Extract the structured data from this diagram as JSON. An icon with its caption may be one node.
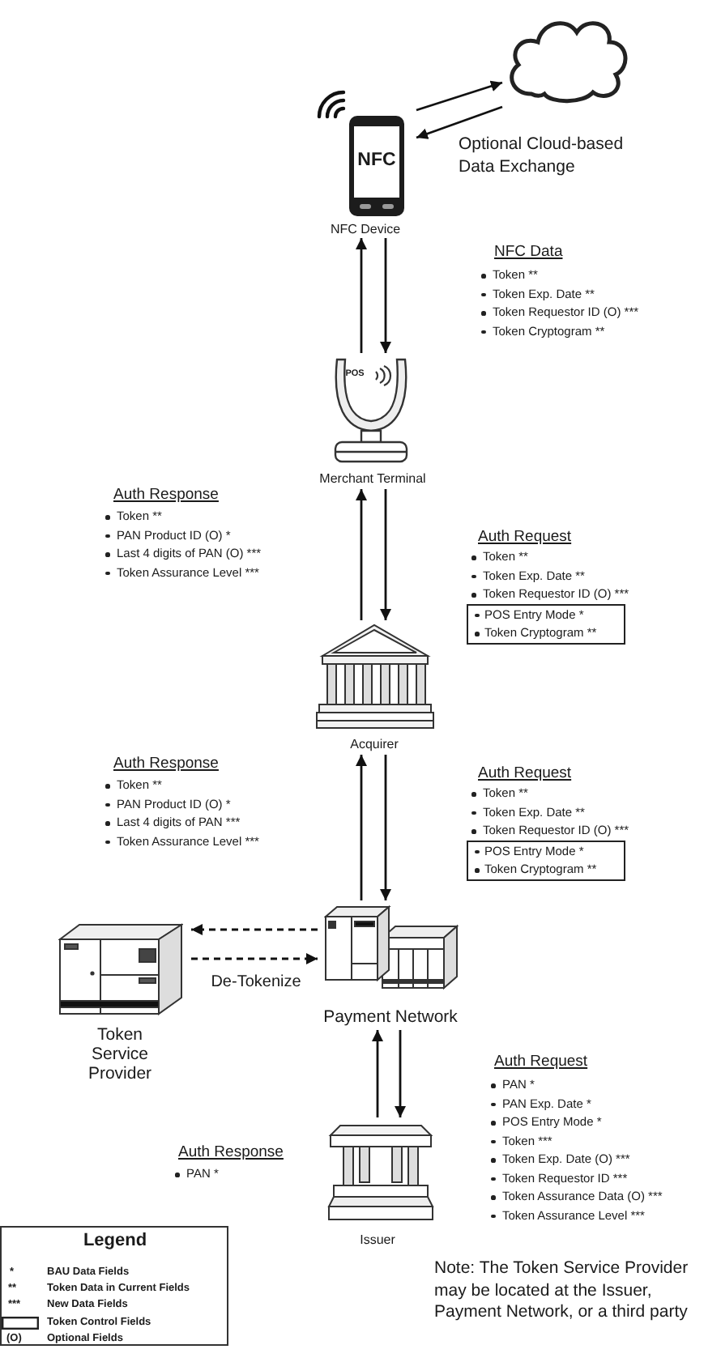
{
  "diagram": {
    "nodes": [
      {
        "text": [
          "NFC",
          "NFC Device"
        ]
      },
      {
        "text": [],
        "shape": "cloud"
      },
      {
        "text": [
          "POS",
          "Merchant Terminal"
        ]
      },
      {
        "text": [
          "POS Entry Mode *",
          "Token Cryptogram **"
        ]
      },
      {
        "text": [
          "Acquirer"
        ]
      },
      {
        "text": [
          "POS Entry Mode *",
          "Token Cryptogram **"
        ]
      },
      {
        "text": [
          "Token Service Provider"
        ]
      },
      {
        "text": [
          "Payment Network"
        ]
      },
      {
        "text": [
          "Issuer"
        ]
      }
    ],
    "edges": [
      {
        "from": 0,
        "to": 1,
        "arrow": "to"
      },
      {
        "from": 1,
        "to": 0,
        "arrow": "to"
      },
      {
        "from": 2,
        "to": 0,
        "arrow": "to"
      },
      {
        "from": 0,
        "to": 2,
        "arrow": "to"
      },
      {
        "from": 4,
        "to": 2,
        "arrow": "to"
      },
      {
        "from": 2,
        "to": 4,
        "arrow": "to"
      },
      {
        "from": 7,
        "to": 4,
        "arrow": "to"
      },
      {
        "from": 4,
        "to": 7,
        "arrow": "to"
      },
      {
        "from": 7,
        "to": 6,
        "arrow": "to",
        "style": "dashed"
      },
      {
        "from": 6,
        "to": 7,
        "arrow": "to",
        "style": "dashed"
      },
      {
        "from": 8,
        "to": 7,
        "arrow": "to"
      },
      {
        "from": 7,
        "to": 8,
        "arrow": "to"
      }
    ],
    "labels": [
      "Optional Cloud-based Data Exchange",
      "NFC Data",
      "Token **",
      "Token Exp. Date **",
      "Token Requestor ID (O) ***",
      "Token Cryptogram **",
      "Auth Response",
      "Token **",
      "PAN Product ID (O) *",
      "Last 4 digits of PAN (O) ***",
      "Token Assurance Level ***",
      "Auth Request",
      "Token **",
      "Token Exp. Date **",
      "Token Requestor ID (O) ***",
      "Auth Response",
      "Token **",
      "PAN Product ID (O) *",
      "Last 4 digits of PAN ***",
      "Token Assurance Level ***",
      "Auth Request",
      "Token **",
      "Token Exp. Date **",
      "Token Requestor ID (O) ***",
      "De-Tokenize",
      "Auth Request",
      "PAN *",
      "PAN Exp. Date *",
      "POS Entry Mode *",
      "Token ***",
      "Token Exp. Date (O) ***",
      "Token Requestor ID ***",
      "Token Assurance Data (O) ***",
      "Token Assurance Level ***",
      "Auth Response",
      "PAN *",
      "Legend",
      "*",
      "**",
      "***",
      "(O)",
      "Note: The Token Service Provider may be located at the Issuer, Payment Network, or a third party"
    ],
    "legend": [
      {
        "text": "BAU Data Fields"
      },
      {
        "text": "Token Data in Current Fields"
      },
      {
        "text": "New Data Fields"
      },
      {
        "text": "Token Control Fields"
      },
      {
        "text": "Optional Fields"
      }
    ]
  }
}
